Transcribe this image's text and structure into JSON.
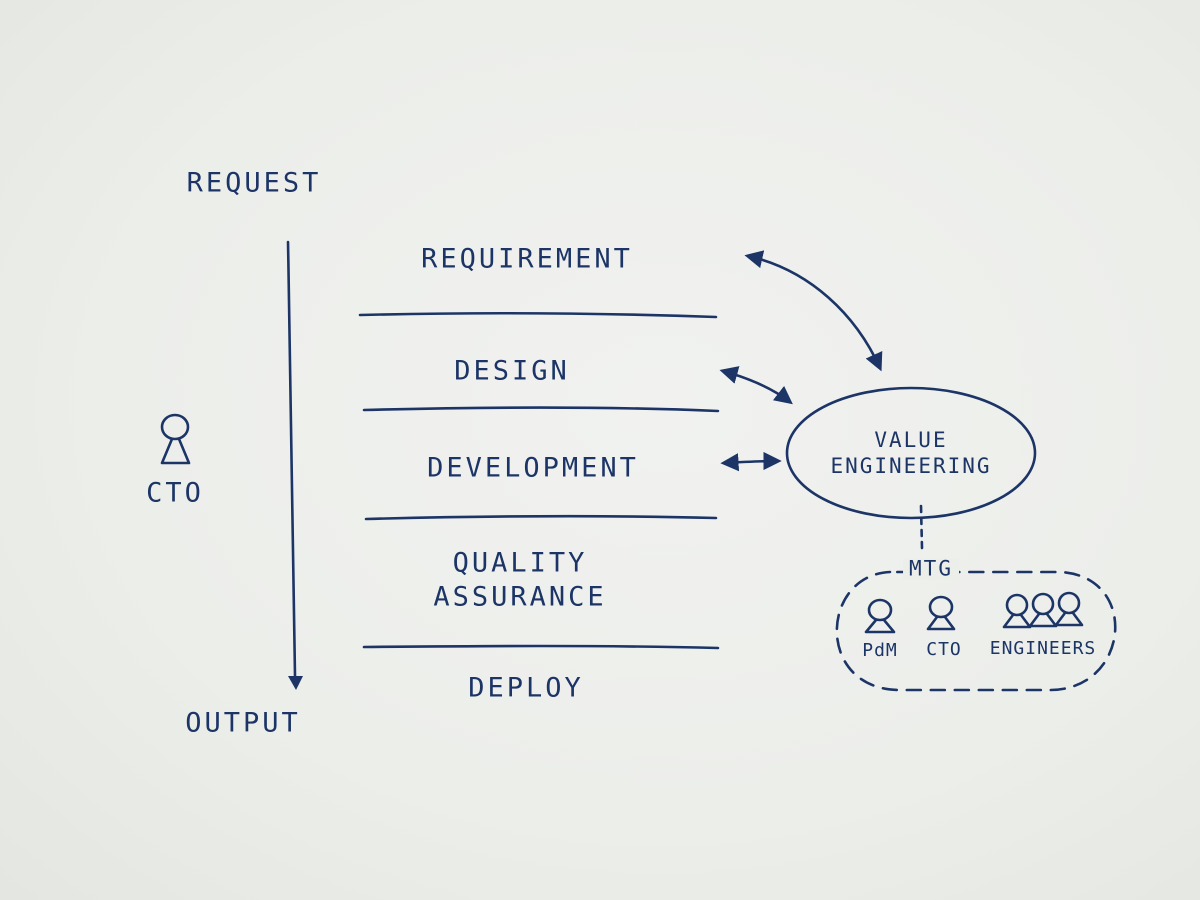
{
  "diagram": {
    "input_label": "REQUEST",
    "output_label": "OUTPUT",
    "owner_label": "CTO",
    "stages": [
      {
        "id": "requirement",
        "label": "REQUIREMENT"
      },
      {
        "id": "design",
        "label": "DESIGN"
      },
      {
        "id": "development",
        "label": "DEVELOPMENT"
      },
      {
        "id": "qa",
        "label": "QUALITY\nASSURANCE"
      },
      {
        "id": "deploy",
        "label": "DEPLOY"
      }
    ],
    "value_engineering": {
      "label": "VALUE\nENGINEERING"
    },
    "meeting": {
      "label": "MTG",
      "participants": [
        "PdM",
        "CTO",
        "ENGINEERS"
      ]
    },
    "ink_color": "#1c3566",
    "icons": [
      "person-icon",
      "people-group-icon",
      "arrow-icon"
    ]
  }
}
